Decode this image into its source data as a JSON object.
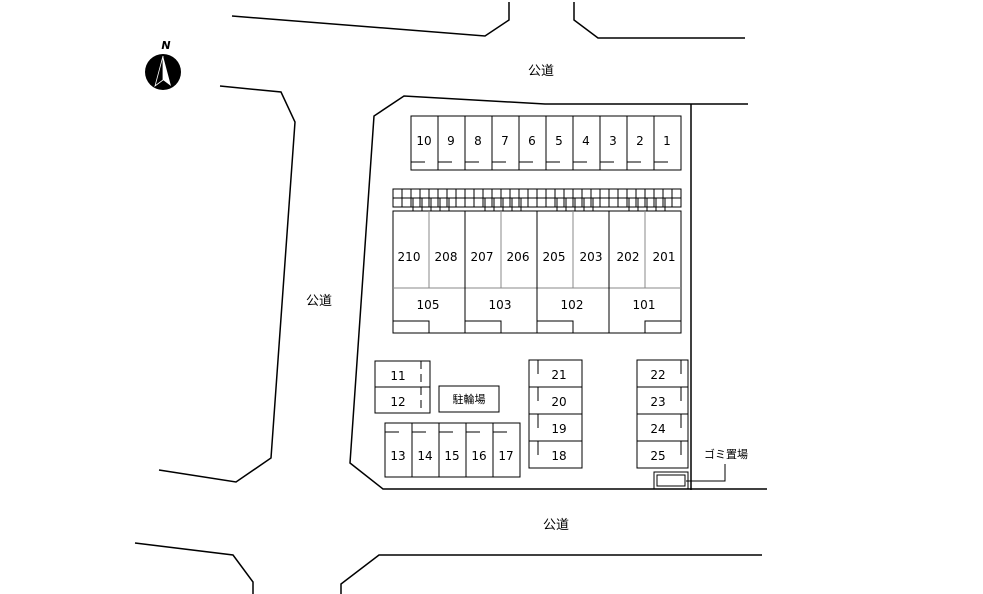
{
  "compass": {
    "label": "N"
  },
  "roads": {
    "north": "公道",
    "west": "公道",
    "south": "公道"
  },
  "top_parking": [
    "10",
    "9",
    "8",
    "7",
    "6",
    "5",
    "4",
    "3",
    "2",
    "1"
  ],
  "building": {
    "upper_units": [
      "210",
      "208",
      "207",
      "206",
      "205",
      "203",
      "202",
      "201"
    ],
    "lower_units": [
      "105",
      "103",
      "102",
      "101"
    ]
  },
  "left_parking": [
    "11",
    "12"
  ],
  "bicycle_parking": "駐輪場",
  "bottom_parking": [
    "13",
    "14",
    "15",
    "16",
    "17"
  ],
  "middle_parking": [
    "21",
    "20",
    "19",
    "18"
  ],
  "right_parking": [
    "22",
    "23",
    "24",
    "25"
  ],
  "garbage": "ゴミ置場"
}
